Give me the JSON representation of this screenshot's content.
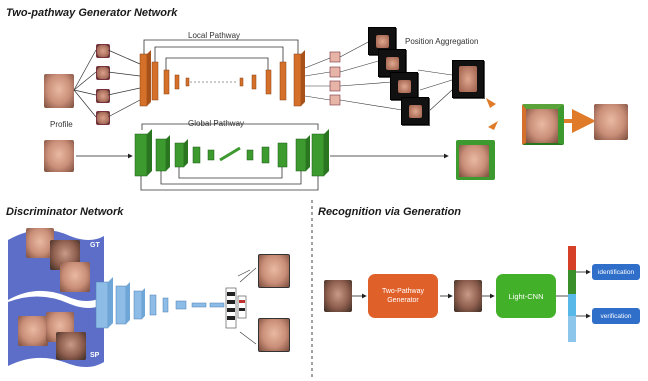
{
  "top": {
    "title": "Two-pathway Generator Network",
    "local_pathway_label": "Local Pathway",
    "global_pathway_label": "Global Pathway",
    "profile_label": "Profile",
    "position_aggregation_label": "Position Aggregation"
  },
  "discriminator": {
    "title": "Discriminator Network",
    "gt_label": "GT",
    "sp_label": "SP"
  },
  "recognition": {
    "title": "Recognition via Generation",
    "generator_box": "Two-Pathway Generator",
    "light_cnn_box": "Light-CNN",
    "identification_label": "identification",
    "verification_label": "verification"
  },
  "colors": {
    "local_pathway": "#d4702a",
    "global_pathway": "#3d9a2e",
    "generator_box": "#e0602a",
    "light_cnn_box": "#43b02a",
    "discriminator": "#6fa6d8",
    "output_pill": "#2f6ec9"
  }
}
